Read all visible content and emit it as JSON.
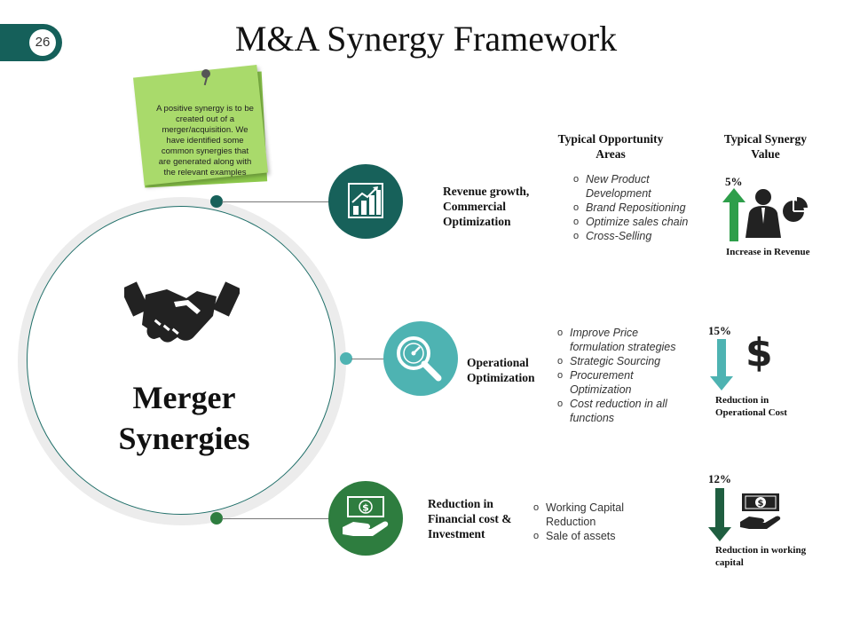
{
  "page_number": "26",
  "title": "M&A Synergy Framework",
  "note": "A positive synergy is to be created out of a merger/acquisition. We have identified some common synergies that are generated along with the relevant examples",
  "center": {
    "line1": "Merger",
    "line2": "Synergies"
  },
  "columns": {
    "opportunity": "Typical Opportunity Areas",
    "value": "Typical Synergy Value"
  },
  "synergies": [
    {
      "heading": "Revenue growth, Commercial Optimization",
      "areas": [
        "New Product Development",
        "Brand Repositioning",
        "Optimize sales chain",
        "Cross-Selling"
      ],
      "percent": "5%",
      "caption": "Increase in Revenue"
    },
    {
      "heading": "Operational Optimization",
      "areas": [
        "Improve Price formulation strategies",
        "Strategic Sourcing",
        "Procurement Optimization",
        "Cost reduction in all functions"
      ],
      "percent": "15%",
      "caption": "Reduction in Operational Cost"
    },
    {
      "heading": "Reduction in Financial cost & Investment",
      "areas": [
        "Working Capital Reduction",
        "Sale of assets"
      ],
      "percent": "12%",
      "caption": "Reduction in working capital"
    }
  ],
  "colors": {
    "dark_teal": "#17615a",
    "light_teal": "#4eb3b2",
    "green": "#2e7d3f",
    "sticky": "#a9da6b"
  },
  "icons": [
    "handshake-icon",
    "bar-chart-icon",
    "magnifier-gauge-icon",
    "money-hand-icon",
    "arrow-up-icon",
    "businessman-icon",
    "arrow-down-icon",
    "dollar-icon",
    "banknote-hand-icon"
  ]
}
